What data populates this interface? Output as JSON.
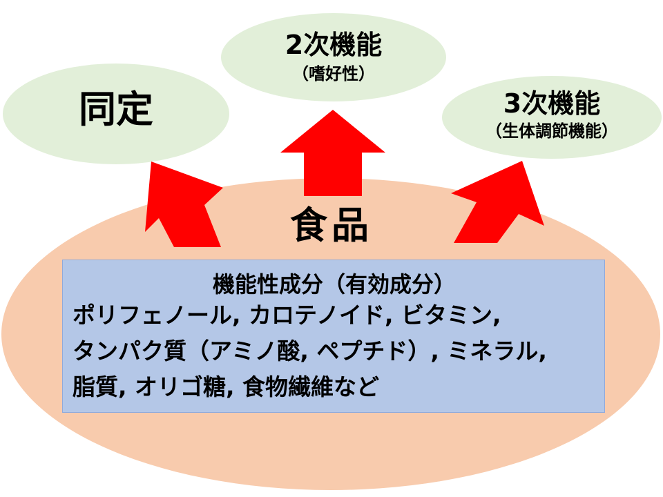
{
  "colors": {
    "food_ellipse": "#f8cbad",
    "function_bubbles": "#e2efd9",
    "arrows": "#ff0000",
    "component_box": "#b4c7e7"
  },
  "nodes": {
    "doutei": {
      "label": "同定"
    },
    "niji": {
      "label": "2次機能",
      "sub": "（嗜好性）"
    },
    "sanji": {
      "label": "3次機能",
      "sub": "（生体調節機能）"
    },
    "food": {
      "label": "食品"
    }
  },
  "edges": [
    {
      "from": "food",
      "to": "doutei"
    },
    {
      "from": "food",
      "to": "niji"
    },
    {
      "from": "food",
      "to": "sanji"
    }
  ],
  "component_box": {
    "title": "機能性成分（有効成分）",
    "lines": [
      "ポリフェノール, カロテノイド, ビタミン,",
      "タンパク質（アミノ酸, ペプチド）, ミネラル,",
      "脂質, オリゴ糖, 食物繊維など"
    ]
  }
}
